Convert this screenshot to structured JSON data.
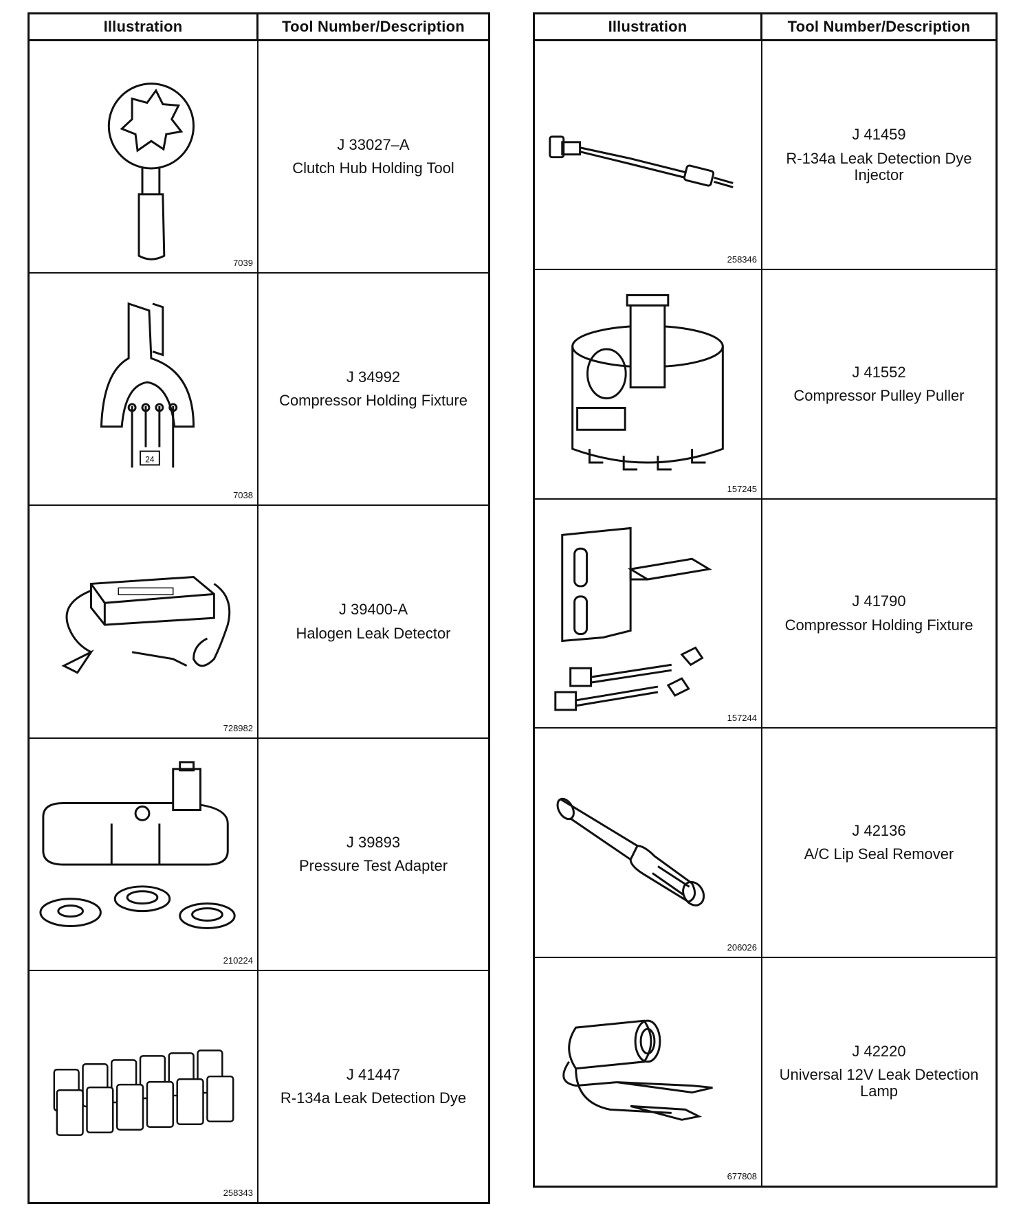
{
  "left_table": {
    "col_illustration": "Illustration",
    "col_tool": "Tool Number/Description",
    "rows": [
      {
        "figure": "7039",
        "number": "J 33027–A",
        "description": "Clutch Hub Holding Tool",
        "icon": "clutch-hub-holding-tool"
      },
      {
        "figure": "7038",
        "number": "J 34992",
        "description": "Compressor Holding Fixture",
        "icon": "compressor-holding-fixture",
        "inset_label": "24"
      },
      {
        "figure": "728982",
        "number": "J 39400-A",
        "description": "Halogen Leak Detector",
        "icon": "halogen-leak-detector"
      },
      {
        "figure": "210224",
        "number": "J 39893",
        "description": "Pressure Test Adapter",
        "icon": "pressure-test-adapter"
      },
      {
        "figure": "258343",
        "number": "J 41447",
        "description": "R-134a Leak Detection Dye",
        "icon": "dye-bottles"
      }
    ]
  },
  "right_table": {
    "col_illustration": "Illustration",
    "col_tool": "Tool Number/Description",
    "rows": [
      {
        "figure": "258346",
        "number": "J 41459",
        "description": "R-134a Leak Detection Dye Injector",
        "icon": "dye-injector"
      },
      {
        "figure": "157245",
        "number": "J 41552",
        "description": "Compressor Pulley Puller",
        "icon": "pulley-puller"
      },
      {
        "figure": "157244",
        "number": "J 41790",
        "description": "Compressor Holding Fixture",
        "icon": "holding-fixture-bracket"
      },
      {
        "figure": "206026",
        "number": "J 42136",
        "description": "A/C Lip Seal Remover",
        "icon": "lip-seal-remover"
      },
      {
        "figure": "677808",
        "number": "J 42220",
        "description": "Universal 12V Leak Detection Lamp",
        "icon": "leak-detection-lamp"
      }
    ]
  }
}
